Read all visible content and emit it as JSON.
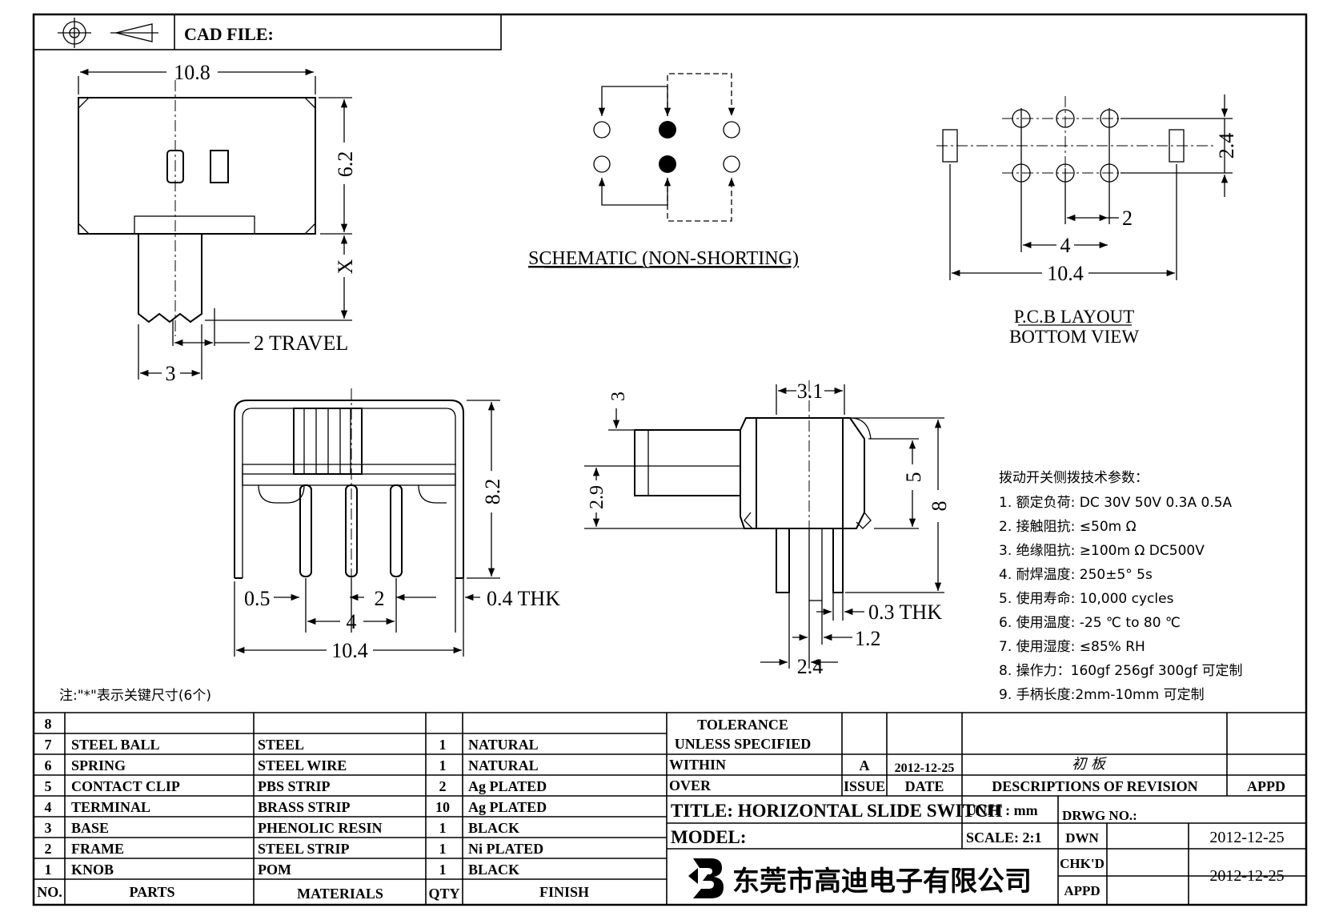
{
  "header": {
    "cad_file_label": "CAD FILE:",
    "projection_icon": "first-angle-projection-icon"
  },
  "top_view": {
    "width_dim": "10.8",
    "height_dim": "6.2",
    "x_dim": "X",
    "travel_label": "2 TRAVEL",
    "knob_dim": "3"
  },
  "schematic": {
    "label": "SCHEMATIC (NON-SHORTING)"
  },
  "pcb": {
    "dim_height": "2.4",
    "dim_pitch": "2",
    "dim_span": "4",
    "dim_total": "10.4",
    "label_line1": "P.C.B LAYOUT",
    "label_line2": "BOTTOM VIEW"
  },
  "front_view": {
    "height_dim": "8.2",
    "lead_dim": "0.5",
    "pitch_dim": "2",
    "thk_dim": "0.4 THK",
    "span_dim": "4",
    "total_dim": "10.4"
  },
  "side_view": {
    "width_dim": "3.1",
    "knob_dim": "3",
    "knob_h_dim": "2.9",
    "body_dim": "5",
    "total_dim": "8",
    "thk_dim": "0.3 THK",
    "pin_dim": "1.2",
    "pin_span_dim": "2.4"
  },
  "specs": {
    "title": "拨动开关侧拨技术参数：",
    "items": [
      "1.  额定负荷: DC 30V    50V    0.3A    0.5A",
      "2.  接触阻抗:  ≤50m Ω",
      "3.  绝缘阻抗:  ≥100m Ω   DC500V",
      "4.  耐焊温度: 250±5°  5s",
      "5.  使用寿命: 10,000 cycles",
      "6.  使用温度: -25  ℃  to 80  ℃",
      "7.  使用湿度:  ≤85% RH",
      "8.  操作力：160gf    256gf    300gf  可定制",
      "9.  手柄长度:2mm-10mm   可定制"
    ]
  },
  "note": "注:\"*\"表示关键尺寸(6个)",
  "bom": {
    "headers": {
      "no": "NO.",
      "parts": "PARTS",
      "materials": "MATERIALS",
      "qty": "QTY",
      "finish": "FINISH"
    },
    "rows": [
      {
        "no": "8",
        "part": "",
        "material": "",
        "qty": "",
        "finish": ""
      },
      {
        "no": "7",
        "part": "STEEL BALL",
        "material": "STEEL",
        "qty": "1",
        "finish": "NATURAL"
      },
      {
        "no": "6",
        "part": "SPRING",
        "material": "STEEL WIRE",
        "qty": "1",
        "finish": "NATURAL"
      },
      {
        "no": "5",
        "part": "CONTACT CLIP",
        "material": "PBS STRIP",
        "qty": "2",
        "finish": "Ag PLATED"
      },
      {
        "no": "4",
        "part": "TERMINAL",
        "material": "BRASS STRIP",
        "qty": "10",
        "finish": "Ag PLATED"
      },
      {
        "no": "3",
        "part": "BASE",
        "material": "PHENOLIC RESIN",
        "qty": "1",
        "finish": "BLACK"
      },
      {
        "no": "2",
        "part": "FRAME",
        "material": "STEEL STRIP",
        "qty": "1",
        "finish": "Ni PLATED"
      },
      {
        "no": "1",
        "part": "KNOB",
        "material": "POM",
        "qty": "1",
        "finish": "BLACK"
      }
    ]
  },
  "title_block": {
    "tolerance_line1": "TOLERANCE",
    "tolerance_line2": "UNLESS   SPECIFIED",
    "within": "WITHIN",
    "over": "OVER",
    "rev_letter": "A",
    "rev_date": "2012-12-25",
    "rev_desc": "初 板",
    "issue": "ISSUE",
    "date": "DATE",
    "desc_header": "DESCRIPTIONS OF REVISION",
    "appd": "APPD",
    "title": "TITLE: HORIZONTAL SLIDE SWITCH",
    "unit": "UNIT : mm",
    "drwg_no": "DRWG NO.:",
    "model": "MODEL:",
    "scale": "SCALE: 2:1",
    "dwn": "DWN",
    "dwn_date": "2012-12-25",
    "chkd": "CHK'D",
    "appd2": "APPD",
    "chk_date": "2012-12-25",
    "company": "东莞市高迪电子有限公司",
    "logo_icon": "gaodi-logo-icon"
  }
}
